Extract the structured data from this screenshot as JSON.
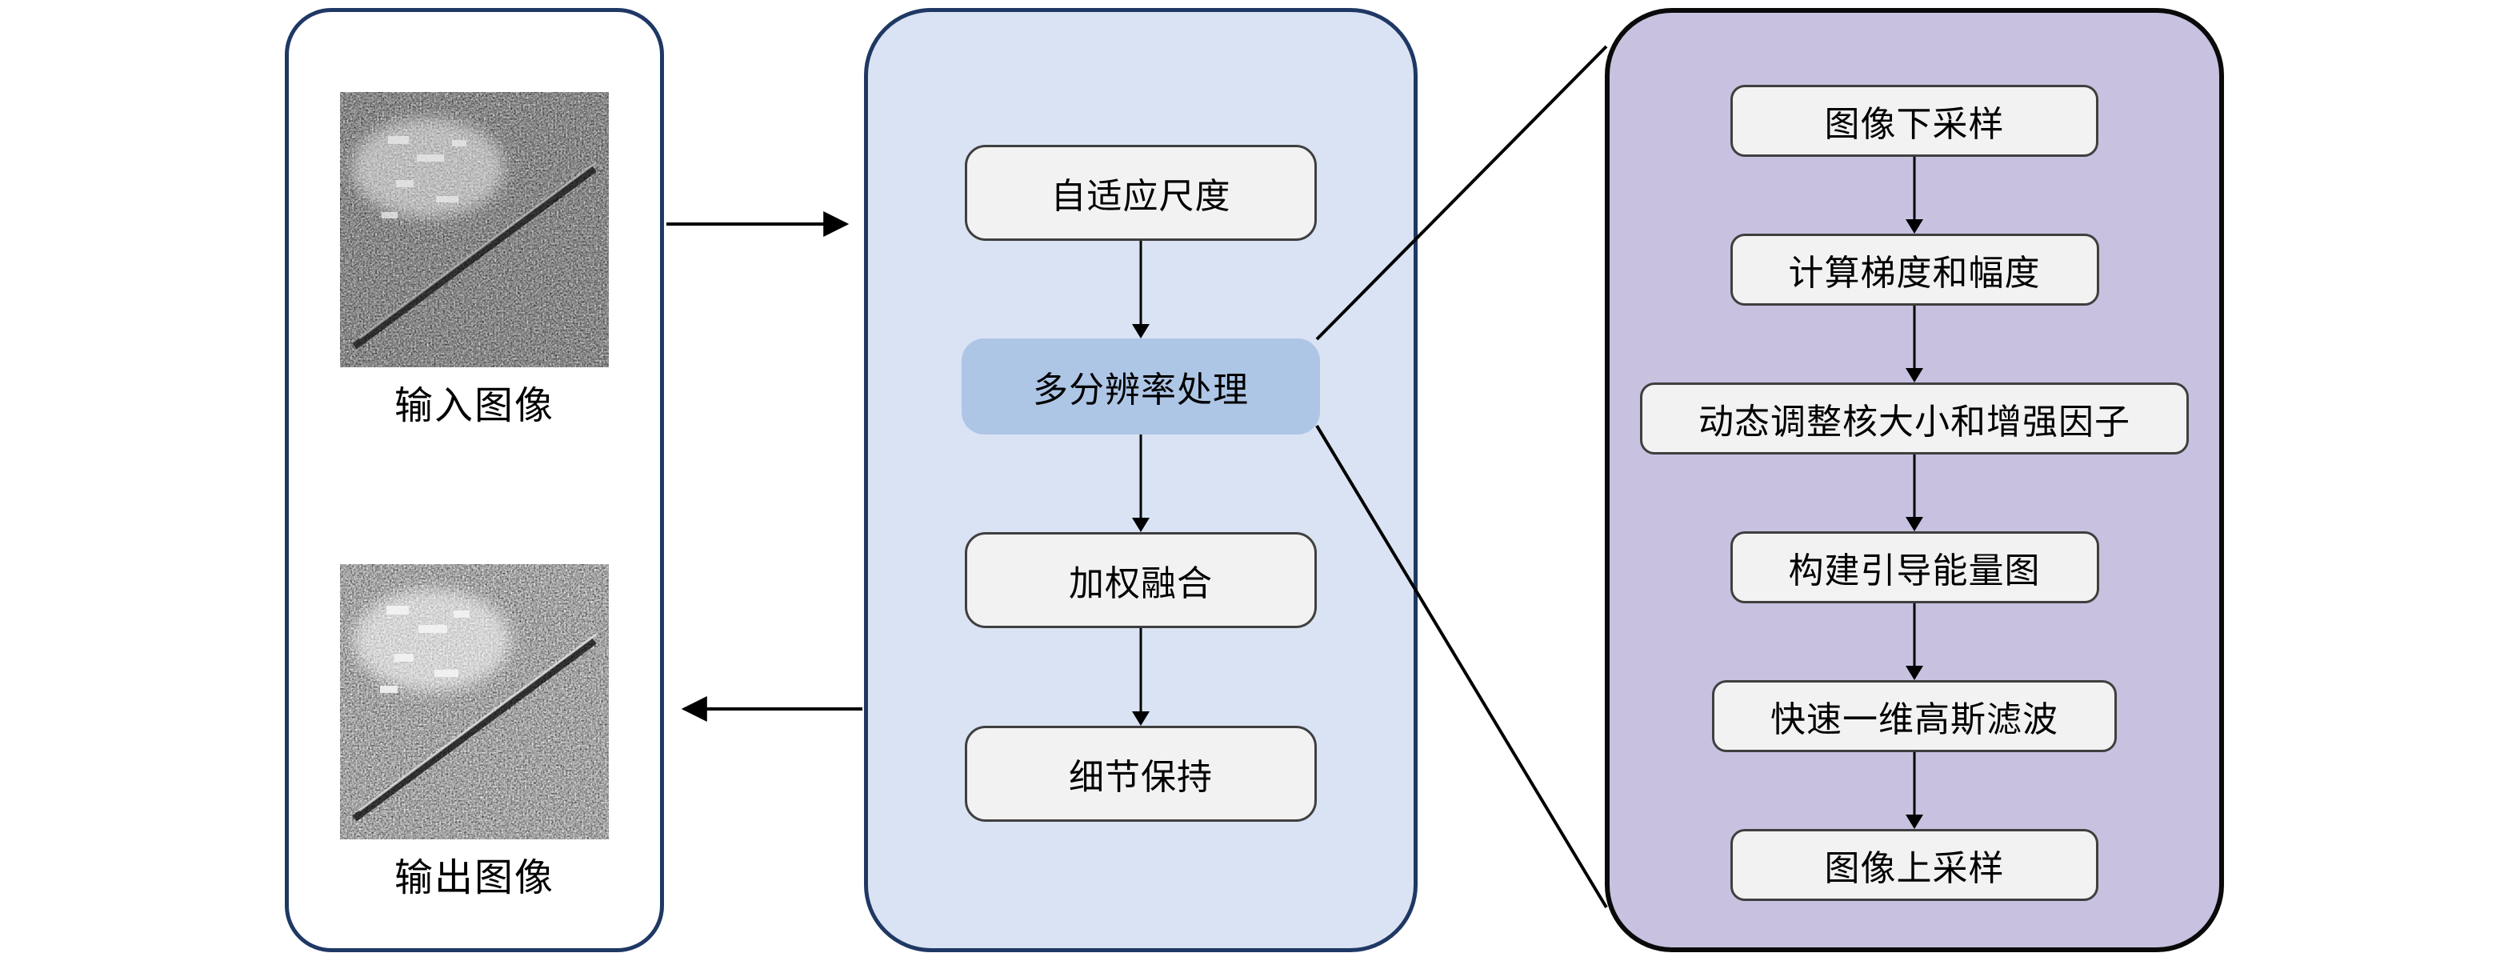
{
  "left_panel": {
    "input_label": "输入图像",
    "output_label": "输出图像"
  },
  "middle_panel": {
    "steps": [
      {
        "label": "自适应尺度",
        "highlight": false
      },
      {
        "label": "多分辨率处理",
        "highlight": true
      },
      {
        "label": "加权融合",
        "highlight": false
      },
      {
        "label": "细节保持",
        "highlight": false
      }
    ]
  },
  "right_panel": {
    "steps": [
      "图像下采样",
      "计算梯度和幅度",
      "动态调整核大小和增强因子",
      "构建引导能量图",
      "快速一维高斯滤波",
      "图像上采样"
    ]
  },
  "colors": {
    "panel_border_navy": "#1f3864",
    "mid_panel_fill": "#dae3f3",
    "highlight_fill": "#aec6e6",
    "right_panel_fill": "#c8c2e0",
    "box_fill": "#f2f2f2",
    "box_border": "#3f3f3f",
    "line_color": "#000000"
  }
}
